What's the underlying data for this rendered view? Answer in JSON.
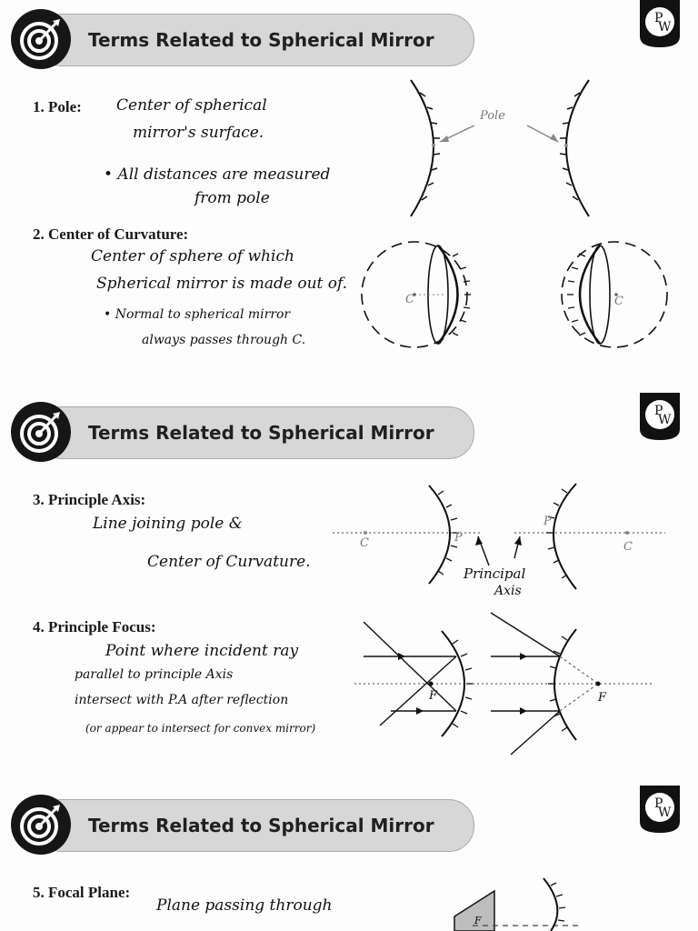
{
  "slides": [
    {
      "title": "Terms Related to Spherical Mirror",
      "logo": "PW",
      "terms": [
        {
          "label": "1. Pole:",
          "notes": [
            "Center of spherical",
            "mirror's surface.",
            "• All distances are measured",
            "from pole"
          ],
          "diagram_labels": [
            "Pole"
          ]
        },
        {
          "label": "2. Center of Curvature:",
          "notes": [
            "Center of sphere of which",
            "Spherical mirror is made out of.",
            "• Normal to spherical mirror",
            "always passes through C."
          ],
          "diagram_labels": [
            "C",
            "C"
          ]
        }
      ]
    },
    {
      "title": "Terms Related to Spherical Mirror",
      "logo": "PW",
      "terms": [
        {
          "label": "3. Principle Axis:",
          "notes": [
            "Line joining pole &",
            "Center of Curvature."
          ],
          "diagram_labels": [
            "C",
            "P",
            "P",
            "C",
            "Principal",
            "Axis"
          ]
        },
        {
          "label": "4. Principle Focus:",
          "notes": [
            "Point where incident ray",
            "parallel to principle Axis",
            "intersect with P.A after reflection",
            "(or appear to intersect for convex mirror)"
          ],
          "diagram_labels": [
            "F",
            "F"
          ]
        }
      ]
    },
    {
      "title": "Terms Related to Spherical Mirror",
      "logo": "PW",
      "terms": [
        {
          "label": "5. Focal Plane:",
          "notes": [
            "Plane passing through"
          ],
          "diagram_labels": [
            "F"
          ]
        }
      ]
    }
  ]
}
